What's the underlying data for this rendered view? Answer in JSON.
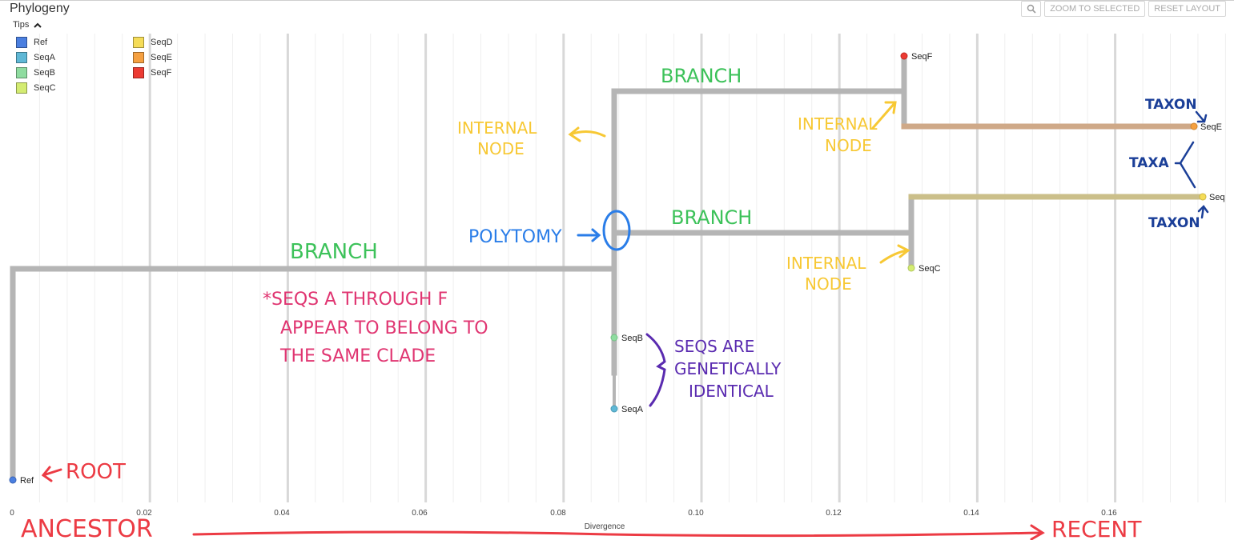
{
  "header": {
    "title": "Phylogeny",
    "buttons": {
      "zoom_icon": "search-icon",
      "zoom_to_selected": "ZOOM TO SELECTED",
      "reset_layout": "RESET LAYOUT"
    }
  },
  "legend": {
    "title": "Tips",
    "toggle_icon": "chevron-up-icon",
    "items": [
      {
        "label": "Ref",
        "color": "#4a7fe0"
      },
      {
        "label": "SeqA",
        "color": "#5fb8d6"
      },
      {
        "label": "SeqB",
        "color": "#8fdca0"
      },
      {
        "label": "SeqC",
        "color": "#d4ec72"
      },
      {
        "label": "SeqD",
        "color": "#f5dc58"
      },
      {
        "label": "SeqE",
        "color": "#f5a041"
      },
      {
        "label": "SeqF",
        "color": "#ec3b33"
      }
    ]
  },
  "chart_data": {
    "type": "tree",
    "xlabel": "Divergence",
    "xlim": [
      0,
      0.18
    ],
    "ticks": [
      "0",
      "0.02",
      "0.04",
      "0.06",
      "0.08",
      "0.10",
      "0.12",
      "0.14",
      "0.16"
    ],
    "tips": [
      {
        "label": "Ref",
        "divergence": 0.0,
        "color": "#4a7fe0"
      },
      {
        "label": "SeqA",
        "divergence": 0.088,
        "color": "#5fb8d6"
      },
      {
        "label": "SeqB",
        "divergence": 0.088,
        "color": "#8fdca0"
      },
      {
        "label": "SeqC",
        "divergence": 0.131,
        "color": "#d4ec72"
      },
      {
        "label": "Seq",
        "divergence": 0.174,
        "color": "#f5dc58"
      },
      {
        "label": "SeqE",
        "divergence": 0.172,
        "color": "#f5a041"
      },
      {
        "label": "SeqF",
        "divergence": 0.13,
        "color": "#ec3b33"
      }
    ],
    "internal_nodes": [
      {
        "divergence": 0.0
      },
      {
        "divergence": 0.088
      },
      {
        "divergence": 0.13
      },
      {
        "divergence": 0.131
      }
    ]
  },
  "annotations": {
    "branch": "BRANCH",
    "internal_node_1": "INTERNAL",
    "internal_node_2": "NODE",
    "polytomy": "POLYTOMY",
    "taxon": "TAXON",
    "taxa": "TAXA",
    "root": "ROOT",
    "clade_1": "*SEQS A THROUGH F",
    "clade_2": "APPEAR TO BELONG TO",
    "clade_3": "THE SAME CLADE",
    "identical_1": "SEQS ARE",
    "identical_2": "GENETICALLY",
    "identical_3": "IDENTICAL",
    "ancestor": "ANCESTOR",
    "recent": "RECENT"
  }
}
